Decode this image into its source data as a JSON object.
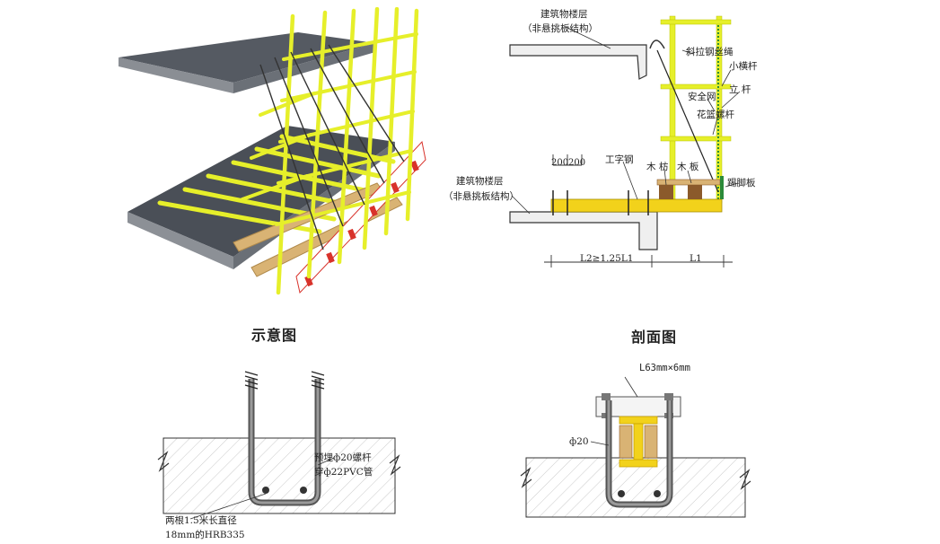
{
  "figures": {
    "schematic": {
      "caption": "示意图"
    },
    "section": {
      "caption": "剖面图",
      "upper_floor_label_1": "建筑物楼层",
      "upper_floor_label_2": "（非悬挑板结构）",
      "lower_floor_label_1": "建筑物楼层",
      "lower_floor_label_2": "（非悬挑板结构）",
      "wire_rope": "斜拉钢丝绳",
      "small_crossbar": "小横杆",
      "upright": "立 杆",
      "safety_net": "安全网",
      "turnbuckle": "花篮螺杆",
      "i_beam": "工字钢",
      "timber": "木 枋",
      "plank": "木 板",
      "toe_board": "踢脚板",
      "dim_200a": "200",
      "dim_200b": "200",
      "dim_l2": "L2≥1.25L1",
      "dim_l1": "L1"
    },
    "anchor_detail": {
      "bolt_note_1": "预埋ф20螺杆",
      "bolt_note_2": "穿ф22PVC管",
      "rebar_note_1": "两根1.5米长直径",
      "rebar_note_2": "18mm的HRB335"
    },
    "angle_detail": {
      "angle_label": "L63mm×6mm",
      "rod_label": "ф20"
    }
  },
  "colors": {
    "scaffold_yellow": "#e6ef2a",
    "i_beam_yellow": "#f2d21b",
    "slab_gray": "#4a4f57",
    "concrete_light": "#efefef",
    "plank_wood": "#d9b374",
    "toe_red": "#d8322b"
  }
}
